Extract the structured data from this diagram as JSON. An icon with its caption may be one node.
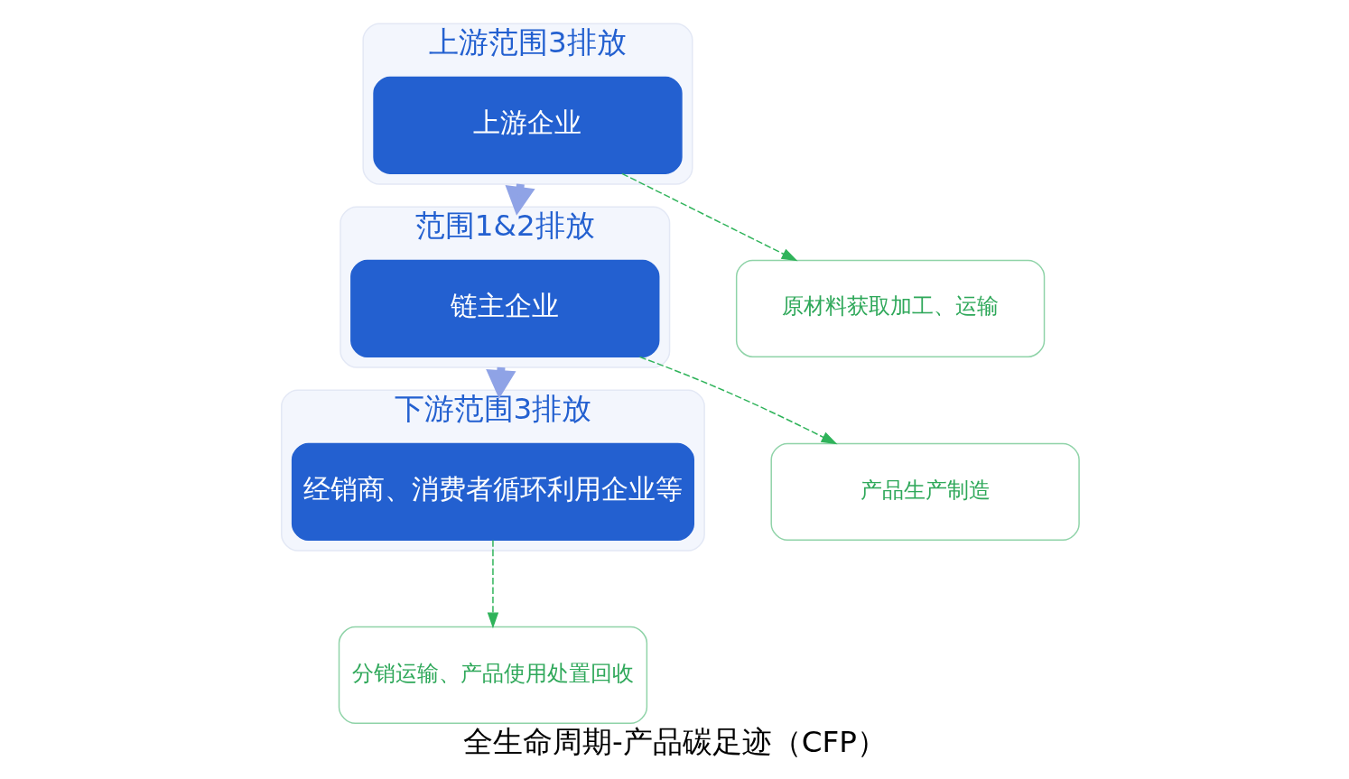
{
  "diagram": {
    "caption": "全生命周期-产品碳足迹（CFP）",
    "nodes": [
      {
        "text": [
          "上游范围3排放"
        ]
      },
      {
        "text": [
          "上游企业"
        ],
        "in": 0
      },
      {
        "text": [
          "范围1&2排放"
        ]
      },
      {
        "text": [
          "链主企业"
        ],
        "in": 2
      },
      {
        "text": [
          "下游范围3排放"
        ]
      },
      {
        "text": [
          "经销商、消费者循环利用企业等"
        ],
        "in": 4
      },
      {
        "text": [
          "原材料获取加工、运输"
        ]
      },
      {
        "text": [
          "产品生产制造"
        ]
      },
      {
        "text": [
          "分销运输、产品使用处置回收"
        ]
      }
    ],
    "edges": [
      {
        "from": 0,
        "to": 2,
        "arrow": "to",
        "style": "thick",
        "color": "#8fa3e6"
      },
      {
        "from": 2,
        "to": 4,
        "arrow": "to",
        "style": "thick",
        "color": "#8fa3e6"
      },
      {
        "from": 1,
        "to": 6,
        "arrow": "to",
        "style": "dashed"
      },
      {
        "from": 3,
        "to": 7,
        "arrow": "to",
        "style": "dashed"
      },
      {
        "from": 5,
        "to": 8,
        "arrow": "to",
        "style": "dashed"
      }
    ]
  }
}
